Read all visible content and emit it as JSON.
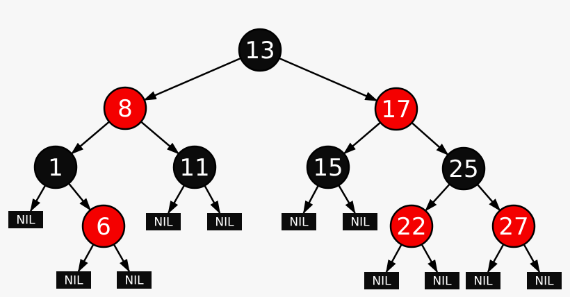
{
  "diagram": {
    "type": "red-black-tree",
    "nil_label": "NIL",
    "colors": {
      "red": "#f40000",
      "black": "#0b0b0b",
      "node_text": "#ffffff",
      "edge": "#000000",
      "background": "#f7f7f7"
    },
    "nodes": [
      {
        "value": "13",
        "color": "black"
      },
      {
        "value": "8",
        "color": "red"
      },
      {
        "value": "17",
        "color": "red"
      },
      {
        "value": "1",
        "color": "black"
      },
      {
        "value": "11",
        "color": "black"
      },
      {
        "value": "15",
        "color": "black"
      },
      {
        "value": "25",
        "color": "black"
      },
      {
        "value": "6",
        "color": "red"
      },
      {
        "value": "22",
        "color": "red"
      },
      {
        "value": "27",
        "color": "red"
      }
    ],
    "structure": {
      "value": "13",
      "color": "black",
      "left": {
        "value": "8",
        "color": "red",
        "left": {
          "value": "1",
          "color": "black",
          "left": "NIL",
          "right": {
            "value": "6",
            "color": "red",
            "left": "NIL",
            "right": "NIL"
          }
        },
        "right": {
          "value": "11",
          "color": "black",
          "left": "NIL",
          "right": "NIL"
        }
      },
      "right": {
        "value": "17",
        "color": "red",
        "left": {
          "value": "15",
          "color": "black",
          "left": "NIL",
          "right": "NIL"
        },
        "right": {
          "value": "25",
          "color": "black",
          "left": {
            "value": "22",
            "color": "red",
            "left": "NIL",
            "right": "NIL"
          },
          "right": {
            "value": "27",
            "color": "red",
            "left": "NIL",
            "right": "NIL"
          }
        }
      }
    }
  }
}
